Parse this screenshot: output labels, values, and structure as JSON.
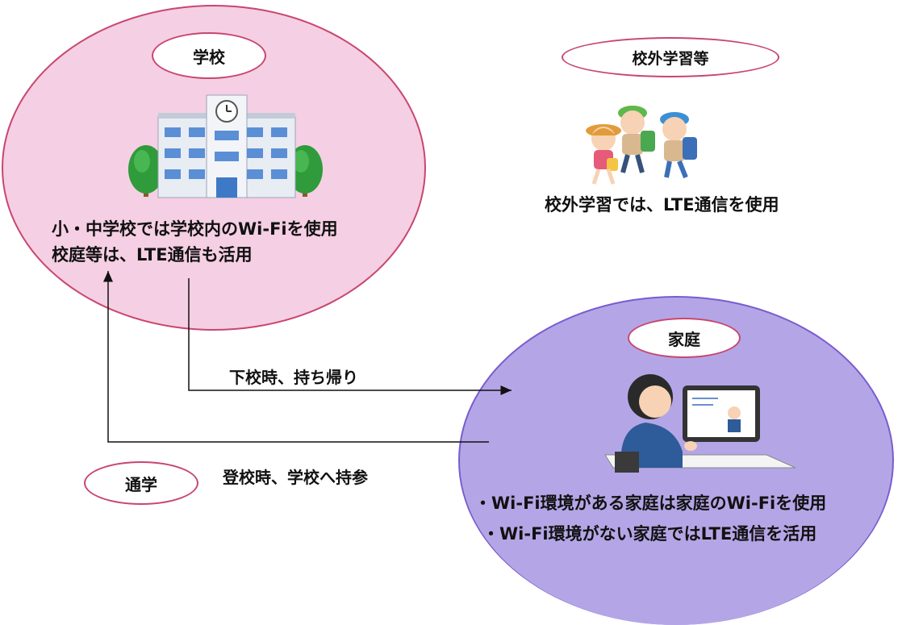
{
  "school": {
    "title": "学校",
    "line1": "小・中学校では学校内のWi-Fiを使用",
    "line2": "校庭等は、LTE通信も活用"
  },
  "outside": {
    "title": "校外学習等",
    "caption": "校外学習では、LTE通信を使用"
  },
  "home": {
    "title": "家庭",
    "line1": "・Wi-Fi環境がある家庭は家庭のWi-Fiを使用",
    "line2": "・Wi-Fi環境がない家庭ではLTE通信を活用"
  },
  "commute": {
    "title": "通学",
    "to_home": "下校時、持ち帰り",
    "to_school": "登校時、学校へ持参"
  },
  "colors": {
    "school_fill": "#f5cfe3",
    "home_fill": "#b4a6e6",
    "pill_border": "#c8466f"
  },
  "icons": [
    "school-building-icon",
    "children-walking-icon",
    "student-tablet-icon"
  ]
}
